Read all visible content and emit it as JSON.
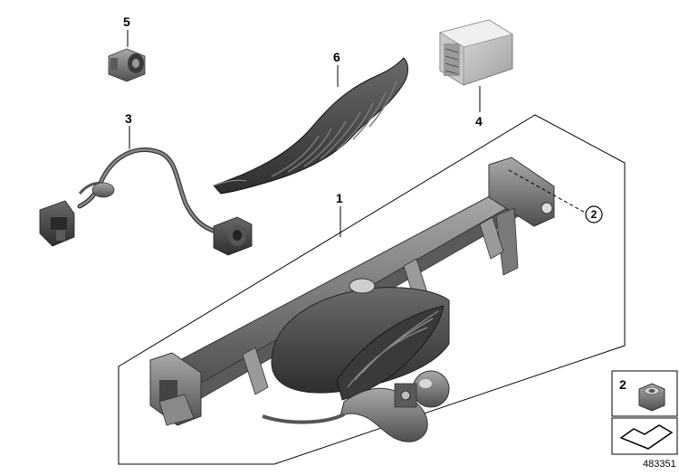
{
  "callouts": {
    "part1": "1",
    "part2": "2",
    "part3": "3",
    "part4": "4",
    "part5": "5",
    "part6": "6"
  },
  "legend": {
    "hardware_label": "2"
  },
  "reference_id": "483351",
  "colors": {
    "part_gray": "#7d7d7d",
    "part_dark": "#4a4a4a",
    "part_light": "#b8b8b8",
    "line": "#000000"
  }
}
